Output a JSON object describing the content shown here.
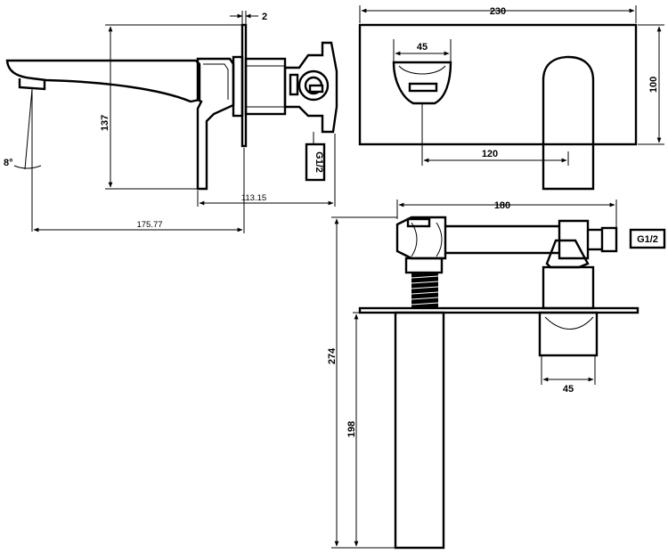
{
  "dimensions": {
    "gap": "2",
    "angle": "8°",
    "height_137": "137",
    "depth_113": "113.15",
    "length_175": "175.77",
    "plate_width": "230",
    "plate_height": "100",
    "inlet_width": "45",
    "center_120": "120",
    "body_180": "180",
    "total_274": "274",
    "spout_198": "198",
    "handle_45": "45"
  },
  "labels": {
    "connector_side": "G1/2",
    "connector_top": "G1/2"
  },
  "colors": {
    "line": "#000000",
    "background": "#ffffff"
  }
}
